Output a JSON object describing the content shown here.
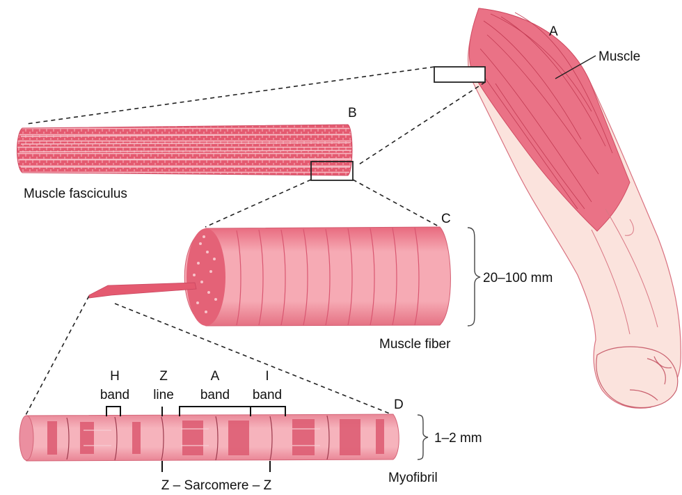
{
  "labels": {
    "a": "A",
    "b": "B",
    "c": "C",
    "d": "D",
    "muscle": "Muscle",
    "fasciculus": "Muscle fasciculus",
    "fiber": "Muscle fiber",
    "fiber_size": "20–100 mm",
    "myofibril": "Myofibril",
    "myofibril_size": "1–2 mm",
    "sarcomere": "Z – Sarcomere – Z",
    "h_band": [
      "H",
      "band"
    ],
    "z_line": [
      "Z",
      "line"
    ],
    "a_band": [
      "A",
      "band"
    ],
    "i_band": [
      "I",
      "band"
    ]
  },
  "colors": {
    "muscle_dark": "#e0566c",
    "muscle_light": "#f3a3ad",
    "skin": "#fbe2dc",
    "outline": "#1a1a1a"
  }
}
